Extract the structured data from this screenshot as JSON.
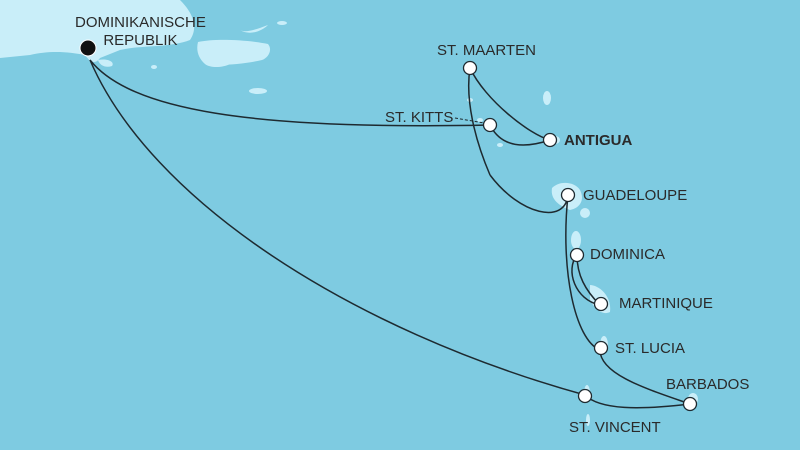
{
  "map": {
    "colors": {
      "sea": "#7ecbe1",
      "land": "#c9eef9",
      "route": "#1e2a30",
      "port_fill": "#ffffff",
      "start_port": "#111111"
    },
    "ports": [
      {
        "id": "dr",
        "label_line1": "DOMINIKANISCHE",
        "label_line2": "REPUBLIK",
        "start": true
      },
      {
        "id": "st-maarten",
        "label": "ST. MAARTEN"
      },
      {
        "id": "st-kitts",
        "label": "ST. KITTS"
      },
      {
        "id": "antigua",
        "label": "ANTIGUA"
      },
      {
        "id": "guadeloupe",
        "label": "GUADELOUPE"
      },
      {
        "id": "dominica",
        "label": "DOMINICA"
      },
      {
        "id": "martinique",
        "label": "MARTINIQUE"
      },
      {
        "id": "st-lucia",
        "label": "ST. LUCIA"
      },
      {
        "id": "barbados",
        "label": "BARBADOS"
      },
      {
        "id": "st-vincent",
        "label": "ST. VINCENT"
      }
    ]
  }
}
